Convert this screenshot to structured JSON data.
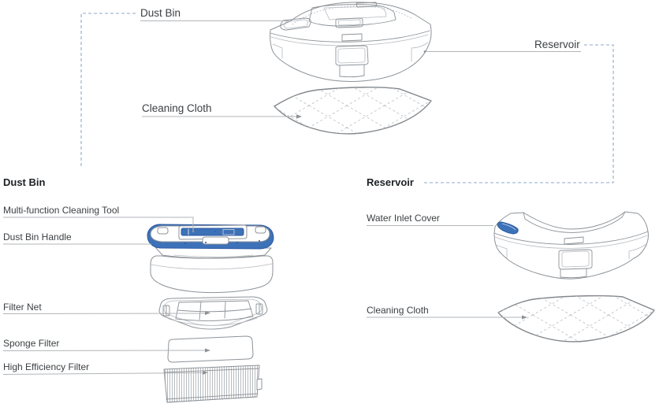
{
  "diagram": {
    "overview": {
      "dust_bin_label": "Dust Bin",
      "cleaning_cloth_label": "Cleaning Cloth",
      "reservoir_label": "Reservoir"
    },
    "dust_bin_section": {
      "heading": "Dust Bin",
      "parts": [
        "Multi-function Cleaning Tool",
        "Dust Bin Handle",
        "Filter Net",
        "Sponge Filter",
        "High Efficiency Filter"
      ]
    },
    "reservoir_section": {
      "heading": "Reservoir",
      "parts": [
        "Water Inlet Cover",
        "Cleaning Cloth"
      ]
    }
  },
  "colors": {
    "accent_blue": "#3d72b8",
    "accent_blue_dark": "#2a57a0",
    "drawing_stroke": "#8d9398",
    "leader_line": "#b2b5b8",
    "dashed_line": "#8fa9c6",
    "label_text": "#3c4043",
    "heading_text": "#1d2124",
    "background": "#ffffff"
  }
}
